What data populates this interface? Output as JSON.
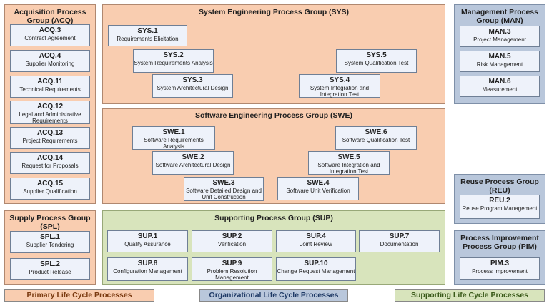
{
  "groups": {
    "acq": {
      "title": "Acquisition Process Group (ACQ)"
    },
    "sys": {
      "title": "System Engineering Process Group (SYS)"
    },
    "man": {
      "title": "Management Process Group (MAN)"
    },
    "swe": {
      "title": "Software Engineering Process Group (SWE)"
    },
    "reu": {
      "title": "Reuse Process Group (REU)"
    },
    "spl": {
      "title": "Supply Process Group (SPL)"
    },
    "sup": {
      "title": "Supporting Process Group (SUP)"
    },
    "pim": {
      "title": "Process Improvement Process Group (PIM)"
    }
  },
  "acq": [
    {
      "id": "ACQ.3",
      "name": "Contract Agreement"
    },
    {
      "id": "ACQ.4",
      "name": "Supplier Monitoring"
    },
    {
      "id": "ACQ.11",
      "name": "Technical Requirements"
    },
    {
      "id": "ACQ.12",
      "name": "Legal and Administrative Requirements"
    },
    {
      "id": "ACQ.13",
      "name": "Project Requirements"
    },
    {
      "id": "ACQ.14",
      "name": "Request for Proposals"
    },
    {
      "id": "ACQ.15",
      "name": "Supplier Qualification"
    }
  ],
  "sys": [
    {
      "id": "SYS.1",
      "name": "Requirements Elicitation"
    },
    {
      "id": "SYS.2",
      "name": "System Requirements Analysis"
    },
    {
      "id": "SYS.3",
      "name": "System Architectural Design"
    },
    {
      "id": "SYS.4",
      "name": "System Integration and Integration Test"
    },
    {
      "id": "SYS.5",
      "name": "System Qualification Test"
    }
  ],
  "man": [
    {
      "id": "MAN.3",
      "name": "Project Management"
    },
    {
      "id": "MAN.5",
      "name": "Risk Management"
    },
    {
      "id": "MAN.6",
      "name": "Measurement"
    }
  ],
  "swe": [
    {
      "id": "SWE.1",
      "name": "Software Requirements Analysis"
    },
    {
      "id": "SWE.2",
      "name": "Software Architectural Design"
    },
    {
      "id": "SWE.3",
      "name": "Software Detailed Design and Unit Construction"
    },
    {
      "id": "SWE.4",
      "name": "Software Unit Verification"
    },
    {
      "id": "SWE.5",
      "name": "Software Integration and Integration Test"
    },
    {
      "id": "SWE.6",
      "name": "Software Qualification Test"
    }
  ],
  "reu": [
    {
      "id": "REU.2",
      "name": "Reuse Program Management"
    }
  ],
  "spl": [
    {
      "id": "SPL.1",
      "name": "Supplier Tendering"
    },
    {
      "id": "SPL.2",
      "name": "Product Release"
    }
  ],
  "sup": [
    {
      "id": "SUP.1",
      "name": "Quality Assurance"
    },
    {
      "id": "SUP.2",
      "name": "Verification"
    },
    {
      "id": "SUP.4",
      "name": "Joint Review"
    },
    {
      "id": "SUP.7",
      "name": "Documentation"
    },
    {
      "id": "SUP.8",
      "name": "Configuration Management"
    },
    {
      "id": "SUP.9",
      "name": "Problem Resolution Management"
    },
    {
      "id": "SUP.10",
      "name": "Change Request Management"
    }
  ],
  "pim": [
    {
      "id": "PIM.3",
      "name": "Process Improvement"
    }
  ],
  "legend": {
    "primary": "Primary Life Cycle Processes",
    "organizational": "Organizational Life Cycle Processes",
    "supporting": "Supporting Life Cycle Processes"
  },
  "colors": {
    "primary": "#f9cdb0",
    "organizational": "#b9c7db",
    "supporting": "#d8e4bc",
    "process_box": "#eef2fa"
  }
}
